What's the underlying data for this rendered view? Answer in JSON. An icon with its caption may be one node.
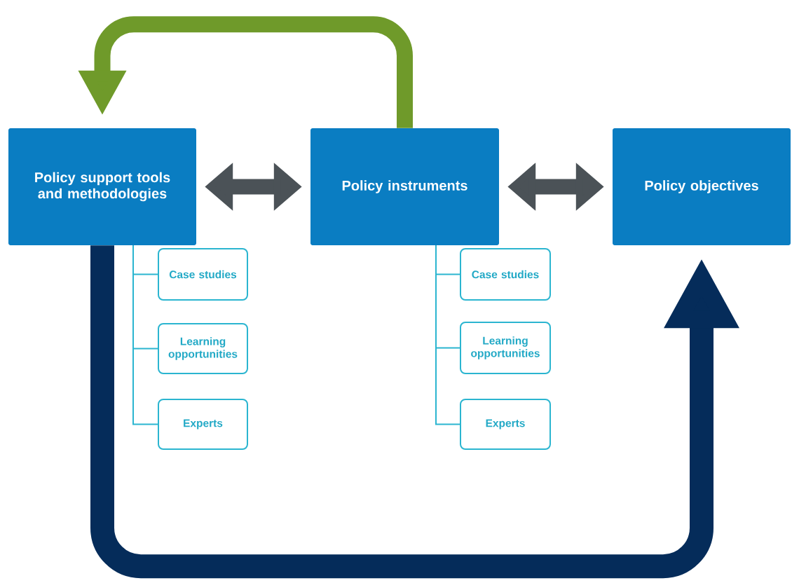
{
  "diagram": {
    "nodes": [
      {
        "text": [
          "Policy support tools and methodologies"
        ]
      },
      {
        "text": [
          "Policy instruments"
        ]
      },
      {
        "text": [
          "Policy objectives"
        ]
      },
      {
        "text": [
          "Case studies"
        ]
      },
      {
        "text": [
          "Learning opportunities"
        ]
      },
      {
        "text": [
          "Experts"
        ]
      },
      {
        "text": [
          "Case studies"
        ]
      },
      {
        "text": [
          "Learning opportunities"
        ]
      },
      {
        "text": [
          "Experts"
        ]
      }
    ],
    "edges": [
      {
        "from": 0,
        "to": 1,
        "arrow": "both",
        "style": "thick",
        "color": "#4b5257"
      },
      {
        "from": 1,
        "to": 2,
        "arrow": "both",
        "style": "thick",
        "color": "#4b5257"
      },
      {
        "from": 1,
        "to": 0,
        "arrow": "to",
        "style": "thick",
        "color": "#6f9a2a"
      },
      {
        "from": 0,
        "to": 2,
        "arrow": "to",
        "style": "thick",
        "color": "#052c5a"
      },
      {
        "from": 0,
        "to": 3,
        "arrow": "none"
      },
      {
        "from": 0,
        "to": 4,
        "arrow": "none"
      },
      {
        "from": 0,
        "to": 5,
        "arrow": "none"
      },
      {
        "from": 1,
        "to": 6,
        "arrow": "none"
      },
      {
        "from": 1,
        "to": 7,
        "arrow": "none"
      },
      {
        "from": 1,
        "to": 8,
        "arrow": "none"
      }
    ]
  }
}
